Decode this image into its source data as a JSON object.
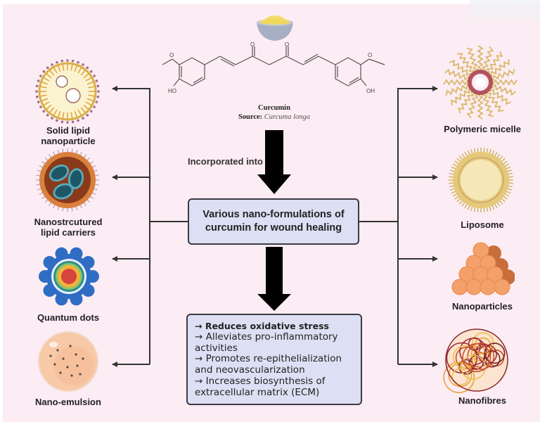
{
  "diagram": {
    "title": "Various nano-formulations of curcumin for wound healing",
    "title_lines": [
      "Various nano-formulations of",
      "curcumin for wound healing"
    ],
    "source_compound": {
      "name": "Curcumin",
      "source_label": "Source:",
      "source_species": "Curcuma longa",
      "structure_labels": {
        "left_hydroxyl": "HO",
        "right_hydroxyl": "OH",
        "carbonyl_1": "O",
        "carbonyl_2": "O"
      },
      "icon": "turmeric-powder-bowl-icon"
    },
    "connector_label": "Incorporated into",
    "left_formulations": [
      {
        "label_lines": [
          "Solid lipid",
          "nanoparticle"
        ],
        "icon": "solid-lipid-nanoparticle-icon"
      },
      {
        "label_lines": [
          "Nanostrcutured",
          "lipid carriers"
        ],
        "icon": "nanostructured-lipid-carrier-icon"
      },
      {
        "label_lines": [
          "Quantum dots"
        ],
        "icon": "quantum-dot-icon"
      },
      {
        "label_lines": [
          "Nano-emulsion"
        ],
        "icon": "nano-emulsion-icon"
      }
    ],
    "right_formulations": [
      {
        "label_lines": [
          "Polymeric micelle"
        ],
        "icon": "polymeric-micelle-icon"
      },
      {
        "label_lines": [
          "Liposome"
        ],
        "icon": "liposome-icon"
      },
      {
        "label_lines": [
          "Nanoparticles"
        ],
        "icon": "nanoparticles-icon"
      },
      {
        "label_lines": [
          "Nanofibres"
        ],
        "icon": "nanofibre-icon"
      }
    ],
    "effects": {
      "bullet": "→",
      "lines": [
        {
          "bullet": true,
          "text": "Reduces oxidative stress"
        },
        {
          "bullet": true,
          "text": "Alleviates pro-inflammatory"
        },
        {
          "bullet": false,
          "text": "activities"
        },
        {
          "bullet": true,
          "text": "Promotes re-epithelialization"
        },
        {
          "bullet": false,
          "text": "and neovascularization"
        },
        {
          "bullet": true,
          "text": "Increases biosynthesis of"
        },
        {
          "bullet": false,
          "text": "extracellular matrix (ECM)"
        }
      ]
    },
    "colors": {
      "background": "#fcecf3",
      "box_fill": "#dde0f4",
      "box_border": "#3a3a42",
      "arrow": "#000000",
      "connector": "#333333"
    }
  }
}
